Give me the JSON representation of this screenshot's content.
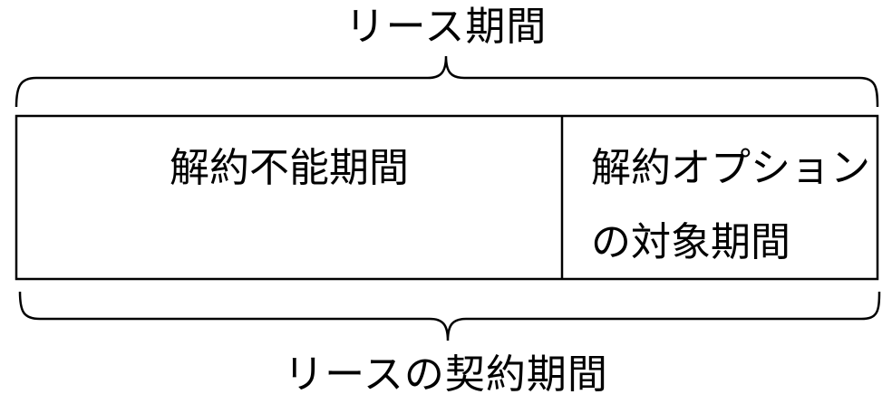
{
  "top_label": "リース期間",
  "bottom_label": "リースの契約期間",
  "segments": {
    "left": "解約不能期間",
    "right_line1": "解約オプション",
    "right_line2": "の対象期間"
  }
}
